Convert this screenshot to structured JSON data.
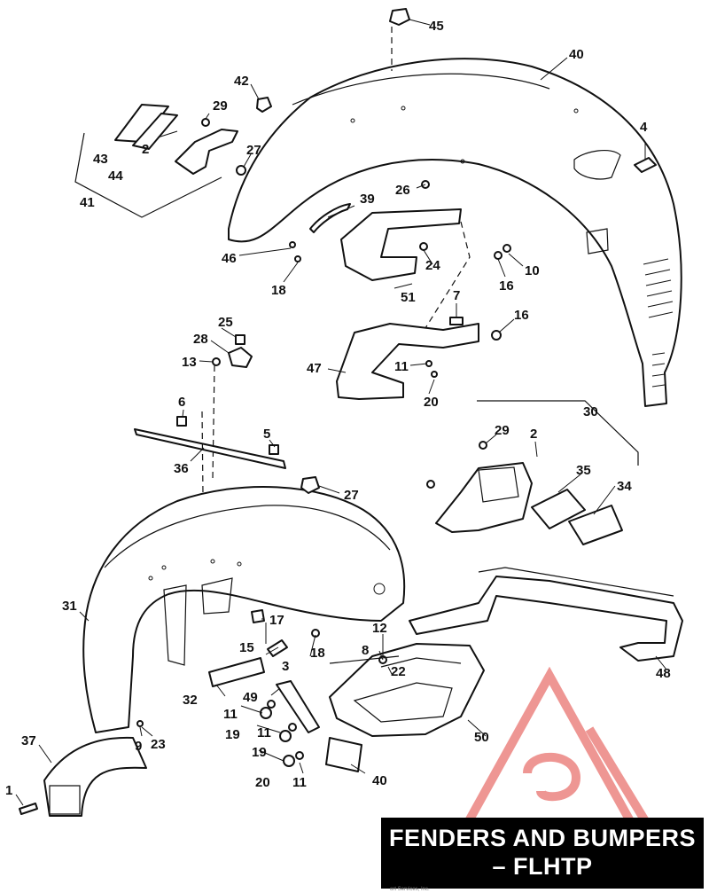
{
  "title": {
    "line1": "FENDERS AND BUMPERS",
    "line2": "– FLHTP"
  },
  "credit": "ort Services, Inc.",
  "watermark": {
    "color": "#e0403a",
    "text": "3"
  },
  "callouts": [
    "45",
    "40",
    "42",
    "29",
    "4",
    "43",
    "2",
    "27",
    "44",
    "41",
    "26",
    "39",
    "46",
    "24",
    "10",
    "18",
    "16",
    "51",
    "7",
    "25",
    "28",
    "16",
    "13",
    "11",
    "47",
    "20",
    "6",
    "30",
    "29",
    "2",
    "5",
    "36",
    "35",
    "27",
    "34",
    "31",
    "17",
    "15",
    "18",
    "12",
    "8",
    "3",
    "22",
    "32",
    "48",
    "49",
    "11",
    "19",
    "11",
    "9",
    "23",
    "37",
    "19",
    "50",
    "20",
    "11",
    "40",
    "1"
  ]
}
